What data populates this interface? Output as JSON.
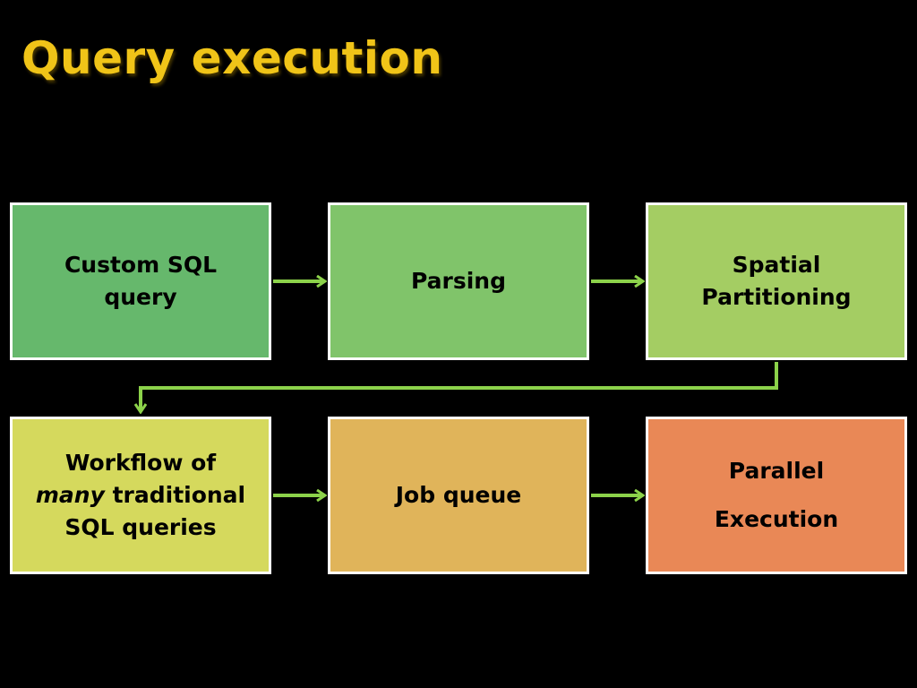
{
  "slide": {
    "title": "Query execution",
    "title_color": "#f0c418",
    "background": "#000000"
  },
  "diagram": {
    "arrow_color": "#8cd24a",
    "box_border_color": "#ffffff",
    "boxes": [
      {
        "id": "custom-sql-query",
        "lines": [
          "Custom SQL",
          "query"
        ],
        "color": "#66b86c"
      },
      {
        "id": "parsing",
        "lines": [
          "Parsing"
        ],
        "color": "#80c46a"
      },
      {
        "id": "spatial-partitioning",
        "lines": [
          "Spatial",
          "Partitioning"
        ],
        "color": "#a4cd63"
      },
      {
        "id": "workflow",
        "line1": "Workflow of",
        "line2_emphasis": "many",
        "line2_rest": " traditional",
        "line3": "SQL queries",
        "color": "#d5d95d"
      },
      {
        "id": "job-queue",
        "lines": [
          "Job queue"
        ],
        "color": "#e0b45a"
      },
      {
        "id": "parallel-execution",
        "lines": [
          "Parallel",
          "Execution"
        ],
        "color": "#e98856"
      }
    ],
    "flow": [
      [
        "custom-sql-query",
        "parsing"
      ],
      [
        "parsing",
        "spatial-partitioning"
      ],
      [
        "spatial-partitioning",
        "workflow"
      ],
      [
        "workflow",
        "job-queue"
      ],
      [
        "job-queue",
        "parallel-execution"
      ]
    ]
  }
}
